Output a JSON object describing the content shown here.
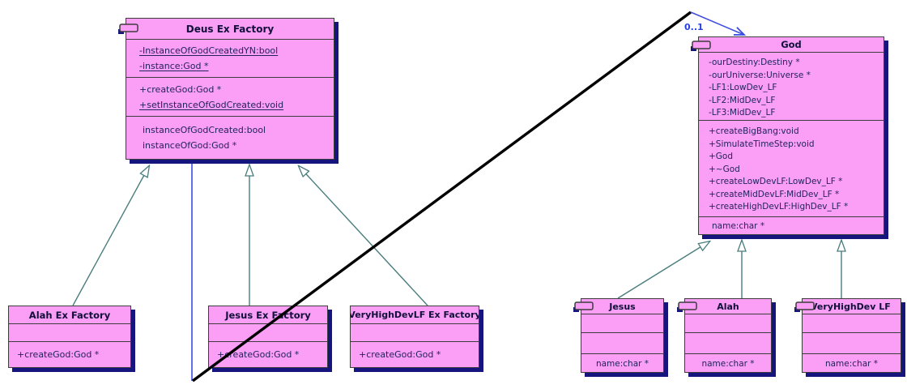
{
  "diagram": {
    "association_label": "0..1",
    "colors": {
      "box_fill": "#fa9ef6",
      "box_shadow": "#15157d",
      "member_text": "#23235e",
      "inheritance_line": "#4a7d7d",
      "association_blue": "#3d4ce0",
      "association_black": "#000000"
    }
  },
  "classes": {
    "deus_ex_factory": {
      "title": "Deus Ex Factory",
      "attributes": [
        "-InstanceOfGodCreatedYN:bool",
        "-instance:God *"
      ],
      "methods": [
        "+createGod:God *",
        "+setInstanceOfGodCreated:void"
      ],
      "properties": [
        "instanceOfGodCreated:bool",
        "instanceOfGod:God *"
      ]
    },
    "god": {
      "title": "God",
      "attributes": [
        "-ourDestiny:Destiny *",
        "-ourUniverse:Universe *",
        "-LF1:LowDev_LF",
        "-LF2:MidDev_LF",
        "-LF3:MidDev_LF"
      ],
      "methods": [
        "+createBigBang:void",
        "+SimulateTimeStep:void",
        "+God",
        "+~God",
        "+createLowDevLF:LowDev_LF *",
        "+createMidDevLF:MidDev_LF *",
        "+createHighDevLF:HighDev_LF *"
      ],
      "properties": [
        "name:char *"
      ]
    },
    "alah_ex_factory": {
      "title": "Alah Ex Factory",
      "methods": [
        "+createGod:God *"
      ]
    },
    "jesus_ex_factory": {
      "title": "Jesus Ex Factory",
      "methods": [
        "+createGod:God *"
      ]
    },
    "vhd_ex_factory": {
      "title": "VeryHighDevLF Ex Factory",
      "methods": [
        "+createGod:God *"
      ]
    },
    "jesus": {
      "title": "Jesus",
      "properties": [
        "name:char *"
      ]
    },
    "alah": {
      "title": "Alah",
      "properties": [
        "name:char *"
      ]
    },
    "vhd": {
      "title": "VeryHighDev LF",
      "properties": [
        "name:char *"
      ]
    }
  }
}
